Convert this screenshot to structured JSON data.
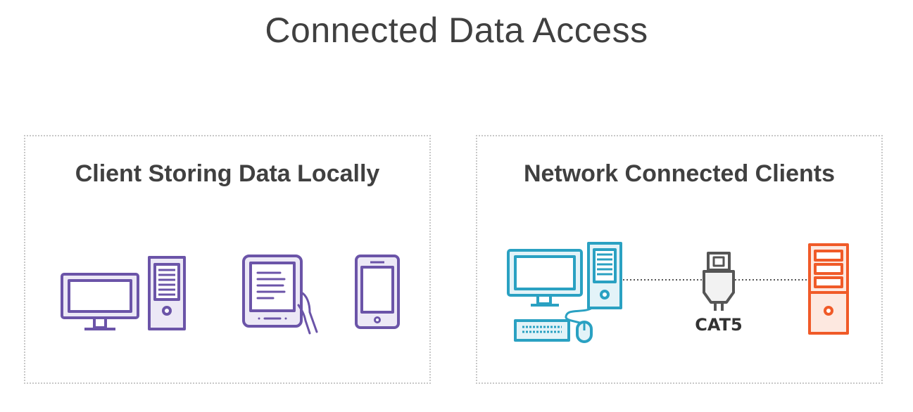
{
  "title": "Connected Data Access",
  "colors": {
    "purple": "#6b54a8",
    "purple_fill": "#ece8f6",
    "teal": "#2aa1c2",
    "teal_fill": "#e3f3f8",
    "orange": "#f05a28",
    "orange_fill": "#fde8e0",
    "gray": "#555555",
    "gray_fill": "#f2f2f2",
    "text": "#404040",
    "border": "#c8c8c8"
  },
  "left_panel": {
    "title": "Client Storing Data Locally",
    "icons": [
      "desktop-computer-icon",
      "tower-pc-icon",
      "ebook-reader-tablet-icon",
      "smartphone-icon"
    ]
  },
  "right_panel": {
    "title": "Network Connected Clients",
    "cable_label": "CAT5",
    "icons": [
      "desktop-computer-icon",
      "tower-pc-icon",
      "keyboard-icon",
      "mouse-icon",
      "ethernet-plug-icon",
      "server-tower-icon"
    ]
  }
}
